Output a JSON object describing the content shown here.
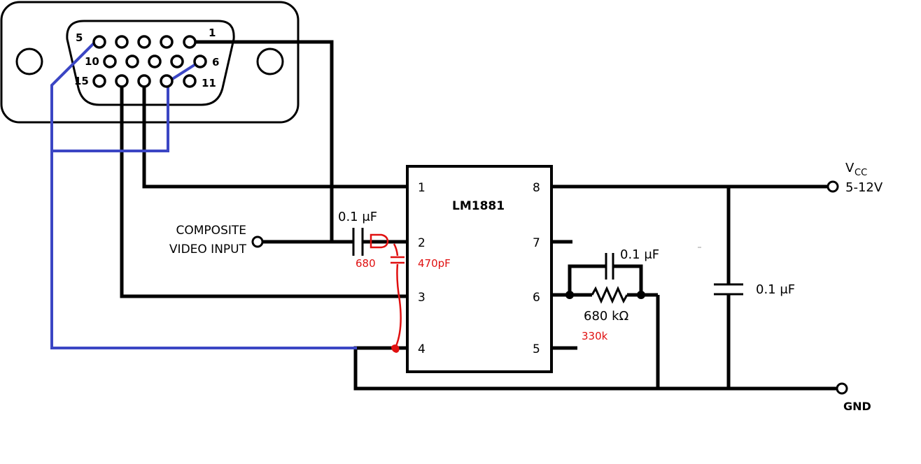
{
  "connector": {
    "pin_labels": {
      "p1": "1",
      "p5": "5",
      "p6": "6",
      "p10": "10",
      "p11": "11",
      "p15": "15"
    }
  },
  "chip": {
    "name": "LM1881",
    "left_pins": [
      "1",
      "2",
      "3",
      "4"
    ],
    "right_pins": [
      "8",
      "7",
      "6",
      "5"
    ]
  },
  "labels": {
    "composite_line1": "COMPOSITE",
    "composite_line2": "VIDEO INPUT",
    "vcc": "V",
    "vcc_sub": "CC",
    "vcc_range": "5-12V",
    "gnd": "GND",
    "cap_input": "0.1 μF",
    "cap_pin6": "0.1 μF",
    "cap_vcc": "0.1 μF",
    "res_pin6": "680 kΩ"
  },
  "annotations": {
    "res_input": "680",
    "cap_470": "470pF",
    "res_330": "330k"
  },
  "colors": {
    "wire": "#000000",
    "vga_wire": "#3b46c4",
    "annotation": "#e01010"
  }
}
